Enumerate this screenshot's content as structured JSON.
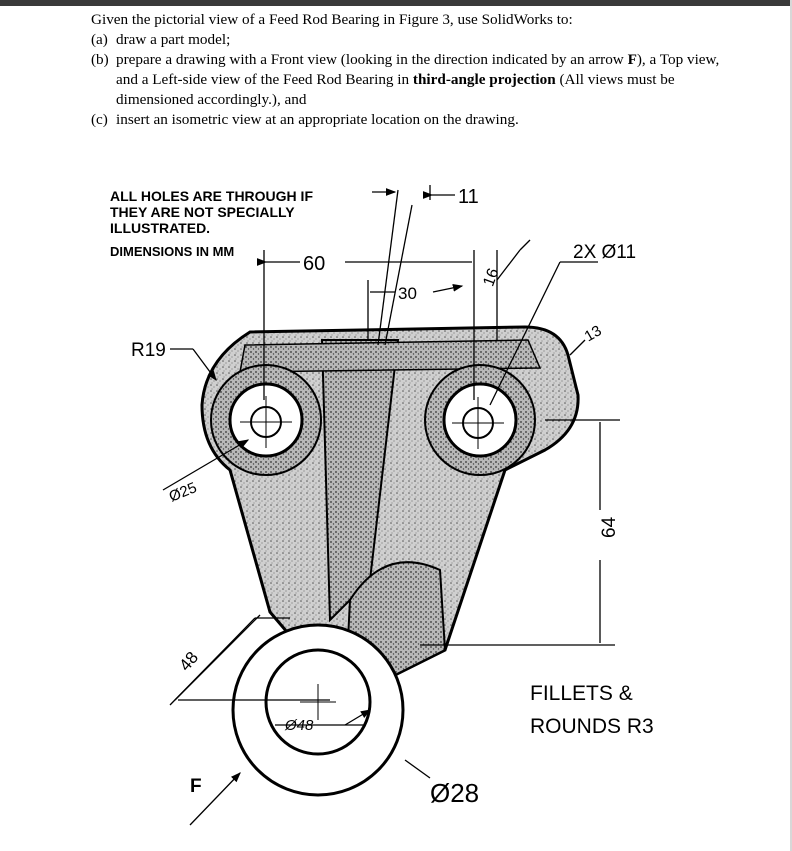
{
  "question": {
    "intro": "Given the pictorial view of a Feed Rod Bearing in Figure 3, use SolidWorks to:",
    "a_label": "(a)",
    "a_text": "draw a part model;",
    "b_label": "(b)",
    "b_text_1": "prepare a drawing with a Front view (looking in the direction indicated by an arrow ",
    "b_bold_1": "F",
    "b_text_2": "), a Top view, and a Left-side view of the Feed Rod Bearing in ",
    "b_bold_2": "third-angle projection",
    "b_text_3": " (All views must be dimensioned accordingly.), and",
    "c_label": "(c)",
    "c_text": "insert an isometric view at an appropriate location on the drawing."
  },
  "figure": {
    "note_line1": "ALL HOLES ARE THROUGH IF",
    "note_line2": "THEY ARE NOT SPECIALLY",
    "note_line3": "ILLUSTRATED.",
    "units_note": "DIMENSIONS IN MM",
    "dim_60": "60",
    "dim_30": "30",
    "dim_11": "11",
    "dim_16": "16",
    "dim_2x11": "2X Ø11",
    "dim_13": "13",
    "dim_r19": "R19",
    "dim_d25": "Ø25",
    "dim_64": "64",
    "dim_48": "48",
    "dim_d48": "Ø48",
    "dim_d28": "Ø28",
    "fillets_line1": "FILLETS &",
    "fillets_line2": "ROUNDS R3",
    "view_arrow": "F"
  }
}
